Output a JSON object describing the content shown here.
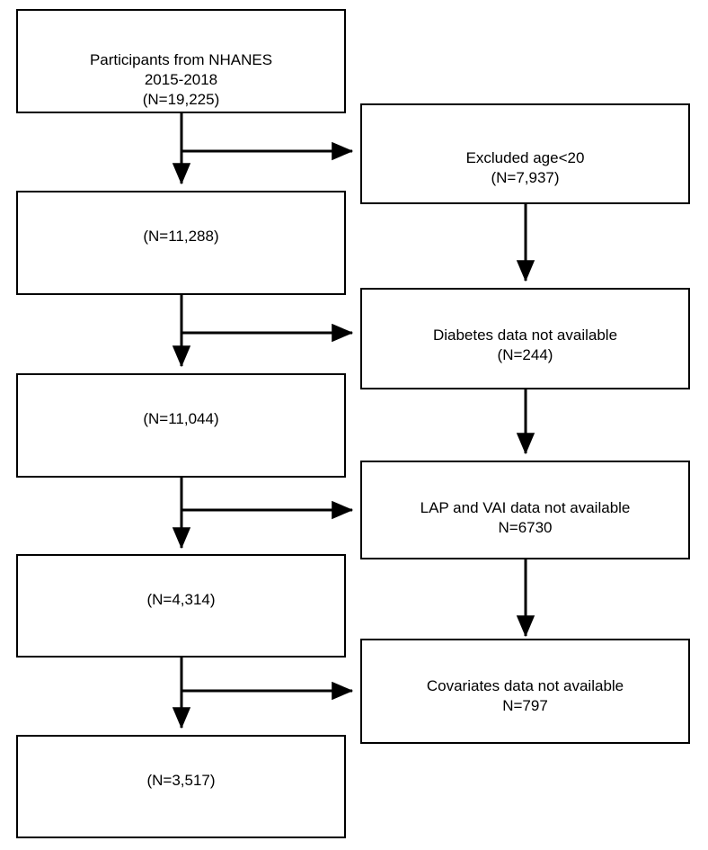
{
  "figure": {
    "type": "flowchart",
    "orientation": "top-to-bottom",
    "description": "Participant selection flow diagram for NHANES 2015-2018 analytic sample"
  },
  "nodes": {
    "source": {
      "label": "Participants from NHANES\n2015-2018\n(N=19,225)",
      "count": "19,225"
    },
    "after_age": {
      "label": "(N=11,288)",
      "count": "11,288"
    },
    "after_diabetes": {
      "label": "(N=11,044)",
      "count": "11,044"
    },
    "after_lap_vai": {
      "label": "(N=4,314)",
      "count": "4,314"
    },
    "final": {
      "label": "(N=3,517)",
      "count": "3,517"
    },
    "excl_age": {
      "label": "Excluded age<20\n(N=7,937)",
      "count": "7,937"
    },
    "excl_diabetes": {
      "label": "Diabetes data not available\n(N=244)",
      "count": "244"
    },
    "excl_lap_vai": {
      "label": "LAP and VAI data not available\nN=6730",
      "count": "6730"
    },
    "excl_covariates": {
      "label": "Covariates data not available\nN=797",
      "count": "797"
    }
  },
  "colors": {
    "stroke": "#000000",
    "fill": "#ffffff",
    "text": "#000000"
  }
}
